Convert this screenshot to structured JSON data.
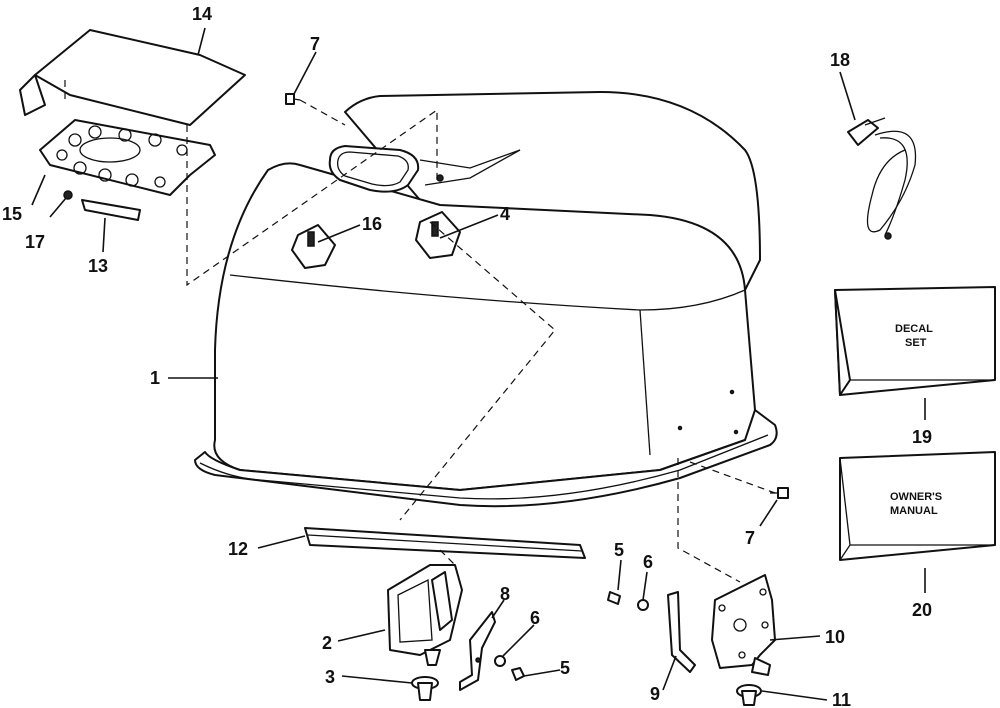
{
  "callouts": {
    "n1": "1",
    "n2": "2",
    "n3": "3",
    "n4": "4",
    "n5a": "5",
    "n5b": "5",
    "n6a": "6",
    "n6b": "6",
    "n7a": "7",
    "n7b": "7",
    "n8": "8",
    "n9": "9",
    "n10": "10",
    "n11": "11",
    "n12": "12",
    "n13": "13",
    "n14": "14",
    "n15": "15",
    "n16": "16",
    "n17": "17",
    "n18": "18",
    "n19": "19",
    "n20": "20"
  },
  "boxes": {
    "decal_line1": "DECAL",
    "decal_line2": "SET",
    "manual_line1": "OWNER'S",
    "manual_line2": "MANUAL"
  }
}
